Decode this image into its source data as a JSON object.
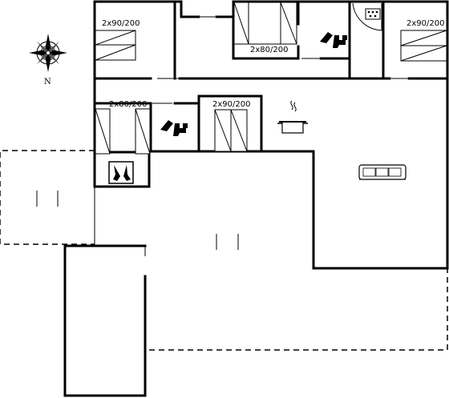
{
  "compass": {
    "north_label": "N"
  },
  "rooms": {
    "bed_top_left": {
      "bed_label": "2x90/200"
    },
    "bed_top_mid": {
      "bed_label": "2x80/200"
    },
    "bed_top_right": {
      "bed_label": "2x90/200"
    },
    "bed_mid_left": {
      "bed_label": "2x80/200"
    },
    "bed_mid": {
      "bed_label": "2x90/200"
    }
  },
  "icons": [
    "compass-icon",
    "toilet-icon",
    "shower-icon",
    "cooking-pot-icon",
    "sofa-icon",
    "washing-machine-icon",
    "sauna-icon"
  ]
}
